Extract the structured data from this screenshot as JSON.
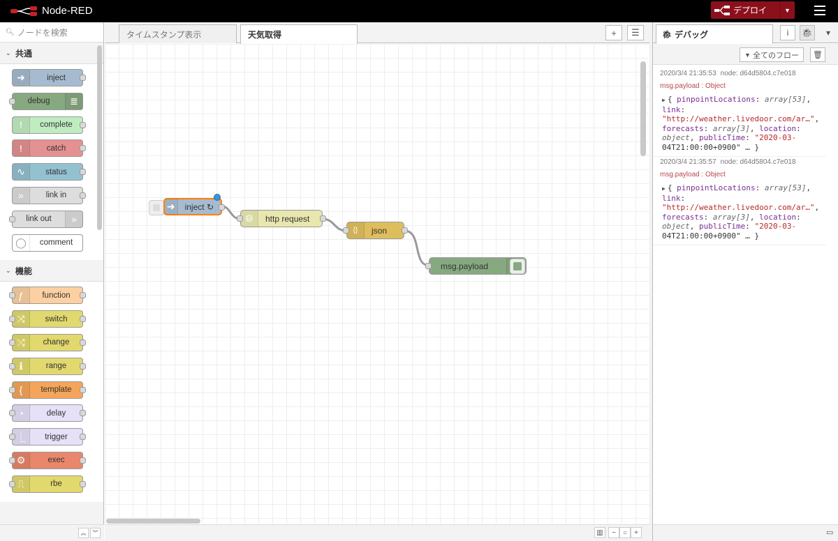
{
  "app": {
    "title": "Node-RED"
  },
  "header": {
    "deploy_label": "デプロイ"
  },
  "palette": {
    "search_placeholder": "ノードを検索",
    "categories": [
      {
        "label": "共通",
        "nodes": [
          {
            "label": "inject",
            "color": "#a6bbcf",
            "icon": "arrow-in-icon"
          },
          {
            "label": "debug",
            "color": "#87a980",
            "icon": "list-icon"
          },
          {
            "label": "complete",
            "color": "#c0edc0",
            "icon": "exclaim-icon"
          },
          {
            "label": "catch",
            "color": "#e49191",
            "icon": "exclaim-icon"
          },
          {
            "label": "status",
            "color": "#94c1d0",
            "icon": "pulse-icon"
          },
          {
            "label": "link in",
            "color": "#dddddd",
            "icon": "link-in-icon"
          },
          {
            "label": "link out",
            "color": "#dddddd",
            "icon": "link-out-icon"
          },
          {
            "label": "comment",
            "color": "#ffffff",
            "icon": "comment-icon"
          }
        ]
      },
      {
        "label": "機能",
        "nodes": [
          {
            "label": "function",
            "color": "#fdd0a2",
            "icon": "function-icon"
          },
          {
            "label": "switch",
            "color": "#e2d96e",
            "icon": "switch-icon"
          },
          {
            "label": "change",
            "color": "#e2d96e",
            "icon": "shuffle-icon"
          },
          {
            "label": "range",
            "color": "#e2d96e",
            "icon": "range-icon"
          },
          {
            "label": "template",
            "color": "#f4a55a",
            "icon": "brace-icon"
          },
          {
            "label": "delay",
            "color": "#e6e0f8",
            "icon": "timer-icon"
          },
          {
            "label": "trigger",
            "color": "#e6e0f8",
            "icon": "trigger-icon"
          },
          {
            "label": "exec",
            "color": "#e9866b",
            "icon": "cog-icon"
          },
          {
            "label": "rbe",
            "color": "#e2d96e",
            "icon": "rbe-icon"
          }
        ]
      }
    ]
  },
  "workspace": {
    "tabs": [
      {
        "label": "タイムスタンプ表示",
        "active": false
      },
      {
        "label": "天気取得",
        "active": true
      }
    ],
    "nodes": {
      "inject": {
        "label": "inject ↻",
        "color": "#a6bbcf"
      },
      "http": {
        "label": "http request",
        "color": "#e7e7ae"
      },
      "json": {
        "label": "json",
        "color": "#debd5c"
      },
      "debug": {
        "label": "msg.payload",
        "color": "#87a980"
      }
    }
  },
  "sidebar": {
    "tab_label": "デバッグ",
    "filter_label": "全てのフロー",
    "messages": [
      {
        "timestamp": "2020/3/4 21:35:53",
        "node": "node: d64d5804.c7e018",
        "topic": "msg.payload : Object",
        "lines": [
          [
            "{ ",
            "pinpointLocations",
            ": ",
            "array[53]",
            ","
          ],
          [
            "link",
            ":"
          ],
          [
            "\"http://weather.livedoor.com/ar…\"",
            ","
          ],
          [
            "forecasts",
            ": ",
            "array[3]",
            ", ",
            "location",
            ":"
          ],
          [
            "object",
            ", ",
            "publicTime",
            ": ",
            "\"2020-03-"
          ],
          [
            "04T21:00:00+0900\"",
            " … }"
          ]
        ]
      },
      {
        "timestamp": "2020/3/4 21:35:57",
        "node": "node: d64d5804.c7e018",
        "topic": "msg.payload : Object",
        "lines": [
          [
            "{ ",
            "pinpointLocations",
            ": ",
            "array[53]",
            ","
          ],
          [
            "link",
            ":"
          ],
          [
            "\"http://weather.livedoor.com/ar…\"",
            ","
          ],
          [
            "forecasts",
            ": ",
            "array[3]",
            ", ",
            "location",
            ":"
          ],
          [
            "object",
            ", ",
            "publicTime",
            ": ",
            "\"2020-03-"
          ],
          [
            "04T21:00:00+0900\"",
            " … }"
          ]
        ]
      }
    ]
  },
  "colors": {
    "header_bg": "#000000",
    "deploy_bg": "#8c101c",
    "selected_border": "#ff7f0e",
    "changed_dot": "#3f93cf"
  }
}
